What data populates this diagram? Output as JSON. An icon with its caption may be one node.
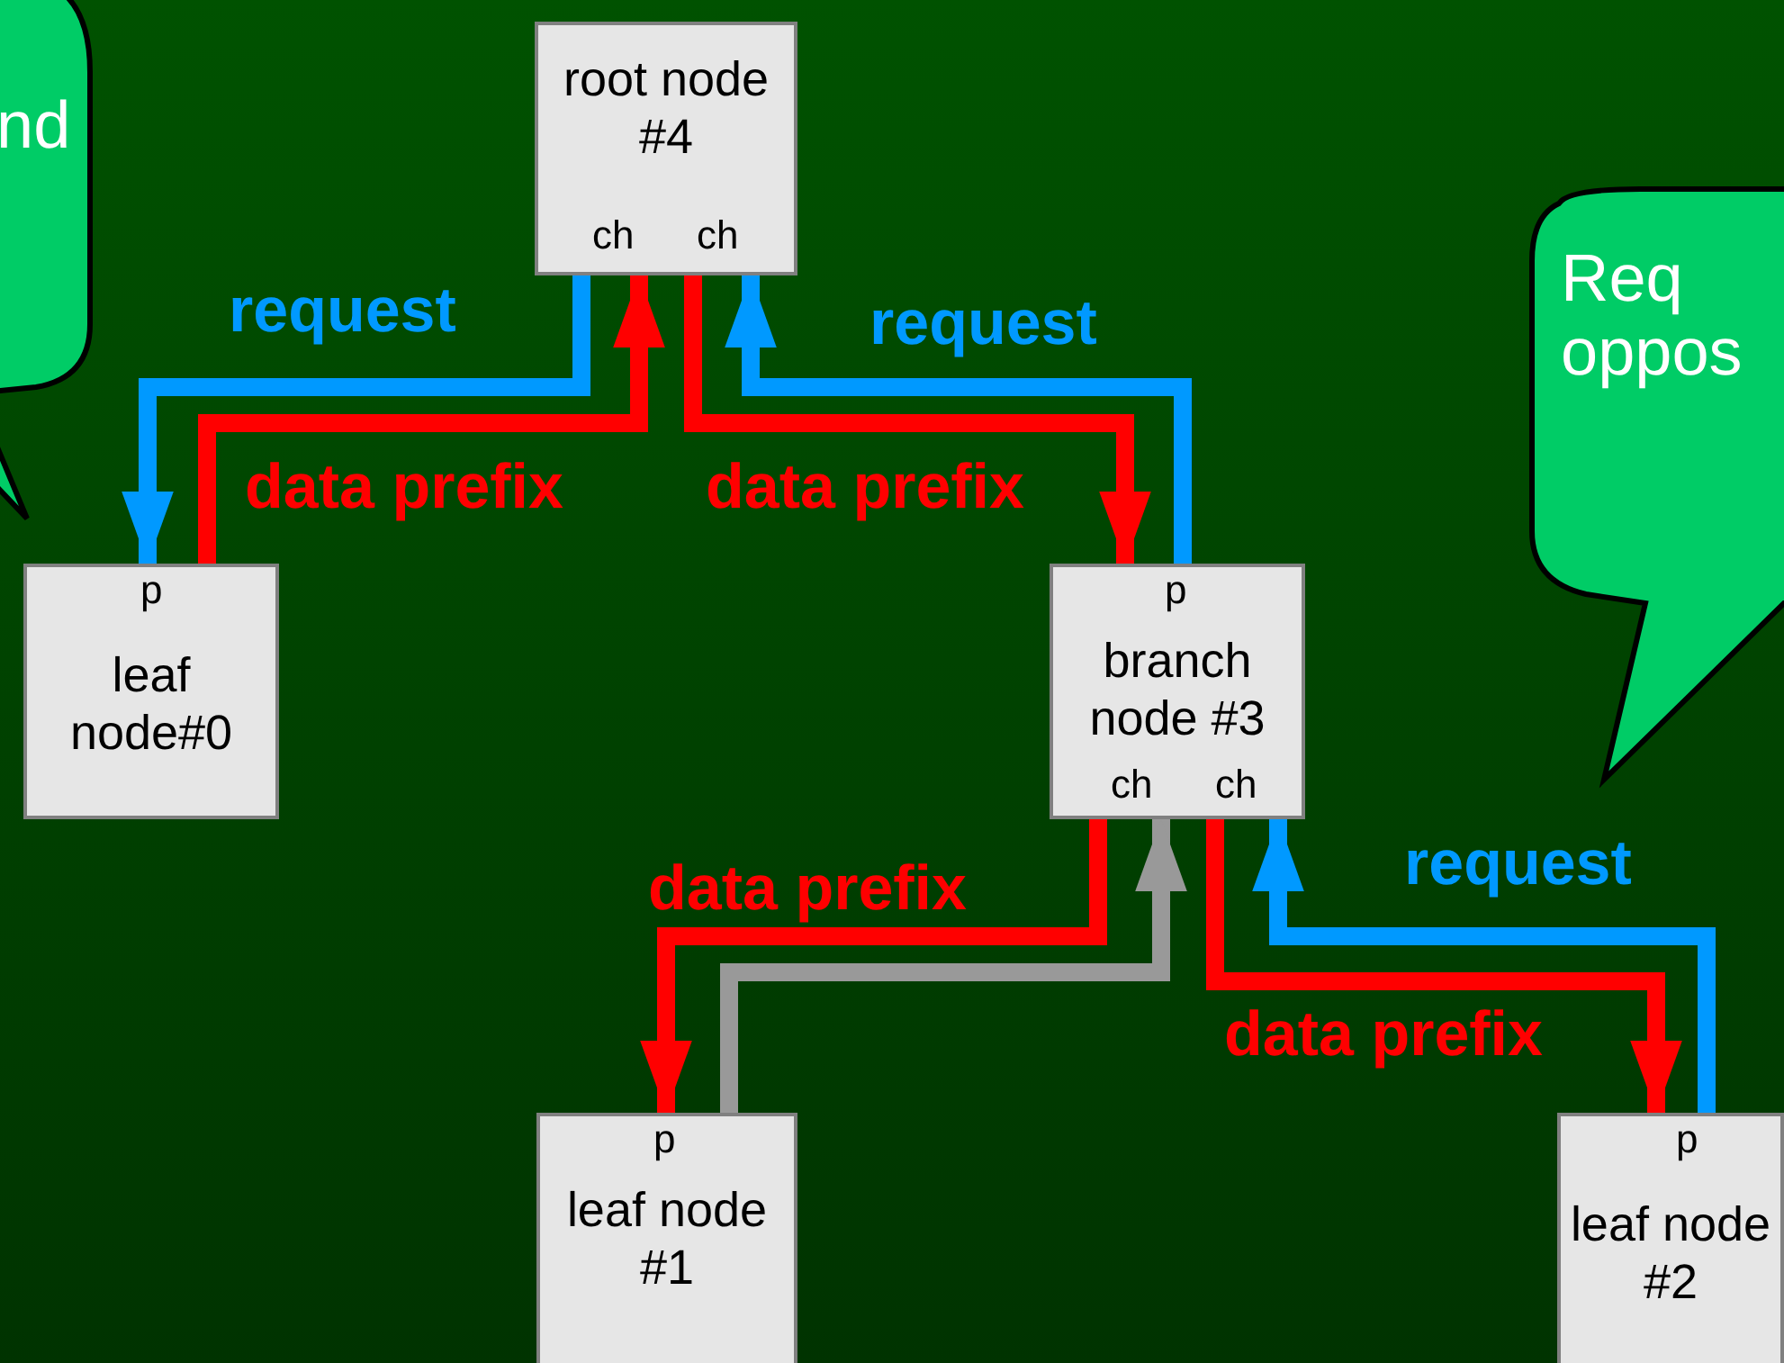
{
  "diagram": {
    "nodes": [
      {
        "text": [
          "nd"
        ]
      },
      {
        "text": [
          "root node #4",
          "ch",
          "ch"
        ]
      },
      {
        "text": [
          "Req oppos"
        ]
      },
      {
        "text": [
          "p",
          "leaf node#0"
        ]
      },
      {
        "text": [
          "p",
          "branch node #3",
          "ch",
          "ch"
        ]
      },
      {
        "text": [
          "p",
          "leaf node #1"
        ]
      },
      {
        "text": [
          "p",
          "leaf node #2"
        ]
      }
    ],
    "edges": [
      {
        "from": 1,
        "to": 3,
        "arrow": "to",
        "label": "request",
        "color": "#0099ff"
      },
      {
        "from": 3,
        "to": 1,
        "arrow": "to",
        "label": "data prefix",
        "color": "#ff0000"
      },
      {
        "from": 1,
        "to": 4,
        "arrow": "to",
        "label": "data prefix",
        "color": "#ff0000"
      },
      {
        "from": 4,
        "to": 1,
        "arrow": "to",
        "label": "request",
        "color": "#0099ff"
      },
      {
        "from": 4,
        "to": 5,
        "arrow": "to",
        "label": "data prefix",
        "color": "#ff0000"
      },
      {
        "from": 5,
        "to": 4,
        "arrow": "to",
        "color": "#999999"
      },
      {
        "from": 4,
        "to": 6,
        "arrow": "to",
        "label": "data prefix",
        "color": "#ff0000"
      },
      {
        "from": 6,
        "to": 4,
        "arrow": "to",
        "label": "request",
        "color": "#0099ff"
      }
    ]
  }
}
